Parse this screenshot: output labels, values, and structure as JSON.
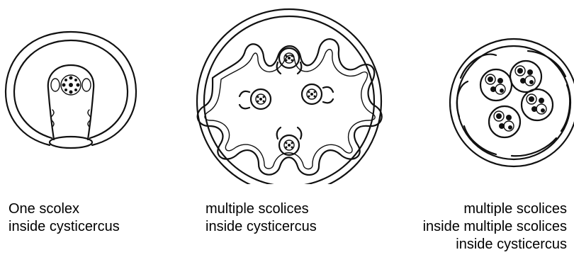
{
  "captions": [
    {
      "line1": "One scolex",
      "line2": "inside cysticercus",
      "line3": ""
    },
    {
      "line1": "multiple scolices",
      "line2": "inside cysticercus",
      "line3": ""
    },
    {
      "line1": "multiple scolices",
      "line2": "inside multiple scolices",
      "line3": "inside cysticercus"
    }
  ],
  "figures": [
    {
      "name": "single-scolex-cysticercus"
    },
    {
      "name": "multiple-scolices-cysticercus"
    },
    {
      "name": "nested-scolices-cysticercus"
    }
  ]
}
